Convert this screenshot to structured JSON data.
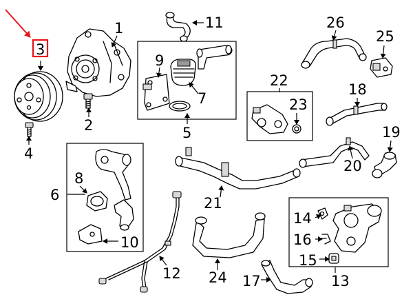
{
  "callouts": {
    "c1": "1",
    "c2": "2",
    "c3": "3",
    "c4": "4",
    "c5": "5",
    "c6": "6",
    "c7": "7",
    "c8": "8",
    "c9": "9",
    "c10": "10",
    "c11": "11",
    "c12": "12",
    "c13": "13",
    "c14": "14",
    "c15": "15",
    "c16": "16",
    "c17": "17",
    "c18": "18",
    "c19": "19",
    "c20": "20",
    "c21": "21",
    "c22": "22",
    "c23": "23",
    "c24": "24",
    "c25": "25",
    "c26": "26"
  },
  "highlight": {
    "callout": "3",
    "color": "#e8141b"
  },
  "colors": {
    "ink": "#000000",
    "background": "#ffffff",
    "shade": "#d8d8d8"
  }
}
